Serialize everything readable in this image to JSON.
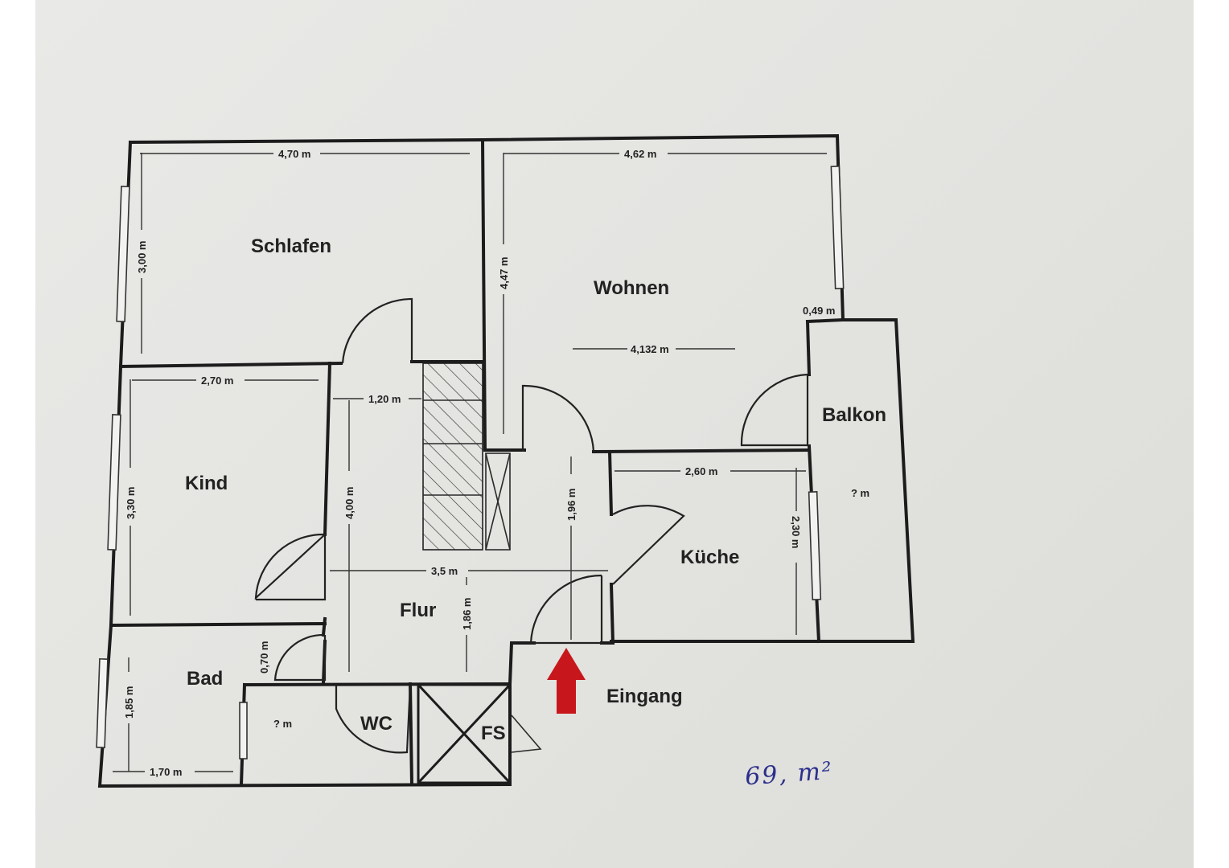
{
  "rooms": {
    "schlafen": "Schlafen",
    "wohnen": "Wohnen",
    "kind": "Kind",
    "balkon": "Balkon",
    "kueche": "Küche",
    "flur": "Flur",
    "bad": "Bad",
    "wc": "WC",
    "fs": "FS",
    "eingang": "Eingang"
  },
  "dimensions": {
    "schlafen_width": "4,70 m",
    "schlafen_height": "3,00 m",
    "wohnen_width": "4,62 m",
    "wohnen_height": "4,47 m",
    "wohnen_inner": "4,132 m",
    "wohnen_notch": "0,49 m",
    "kind_width": "2,70 m",
    "kind_height": "3,30 m",
    "flur_upper_width": "1,20 m",
    "flur_height": "4,00 m",
    "flur_width": "3,5 m",
    "flur_lower": "1,86 m",
    "entry_height": "1,96 m",
    "kueche_width": "2,60 m",
    "kueche_height": "2,30 m",
    "balkon_area": "? m",
    "wc_area": "? m",
    "bad_height": "1,85 m",
    "bad_width": "1,70 m",
    "bad_door": "0,70 m"
  },
  "handwritten_note": "69, m²",
  "colors": {
    "paper": "#e6e6e3",
    "wall": "#1c1c1c",
    "arrow": "#c8161d",
    "ink": "#2b2f8c"
  },
  "icons": {
    "entrance_arrow": "arrow-up-icon"
  }
}
